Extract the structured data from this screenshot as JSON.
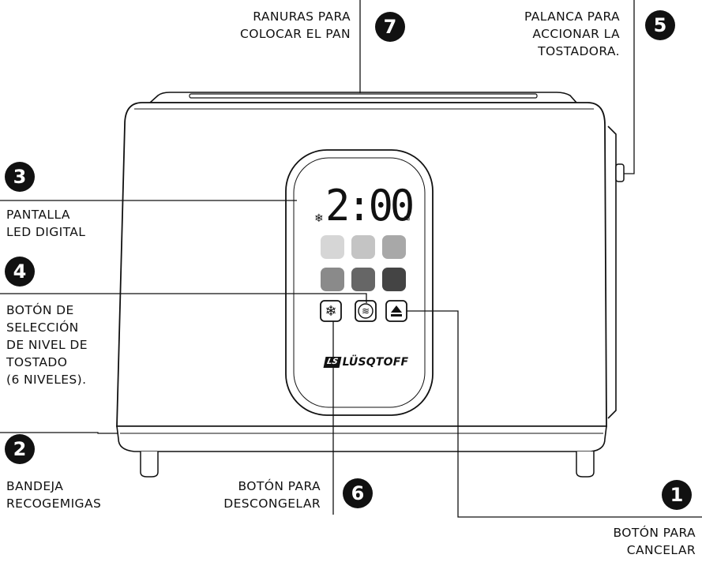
{
  "callouts": [
    {
      "number": "1",
      "lines": [
        "BOTÓN PARA",
        "CANCELAR"
      ]
    },
    {
      "number": "2",
      "lines": [
        "BANDEJA",
        "RECOGEMIGAS"
      ]
    },
    {
      "number": "3",
      "lines": [
        "PANTALLA",
        "LED DIGITAL"
      ]
    },
    {
      "number": "4",
      "lines": [
        "BOTÓN DE",
        "SELECCIÓN",
        "DE NIVEL DE",
        "TOSTADO",
        "(6 NIVELES)."
      ]
    },
    {
      "number": "5",
      "lines": [
        "PALANCA PARA",
        "ACCIONAR LA",
        "TOSTADORA."
      ]
    },
    {
      "number": "6",
      "lines": [
        "BOTÓN PARA",
        "DESCONGELAR"
      ]
    },
    {
      "number": "7",
      "lines": [
        "RANURAS PARA",
        "COLOCAR EL PAN"
      ]
    }
  ],
  "display": {
    "time": "2:00",
    "snow_glyph": "❄",
    "heat_glyph": "≋"
  },
  "brand": "LÜSQTOFF",
  "brand_logo_text": "LS",
  "buttons": {
    "defrost_glyph": "❄",
    "reheat_glyph": "≋",
    "cancel_glyph": "⏏"
  },
  "toast_levels": [
    "#d6d6d6",
    "#c4c4c4",
    "#a8a8a8",
    "#8a8a8a",
    "#666666",
    "#444444"
  ]
}
